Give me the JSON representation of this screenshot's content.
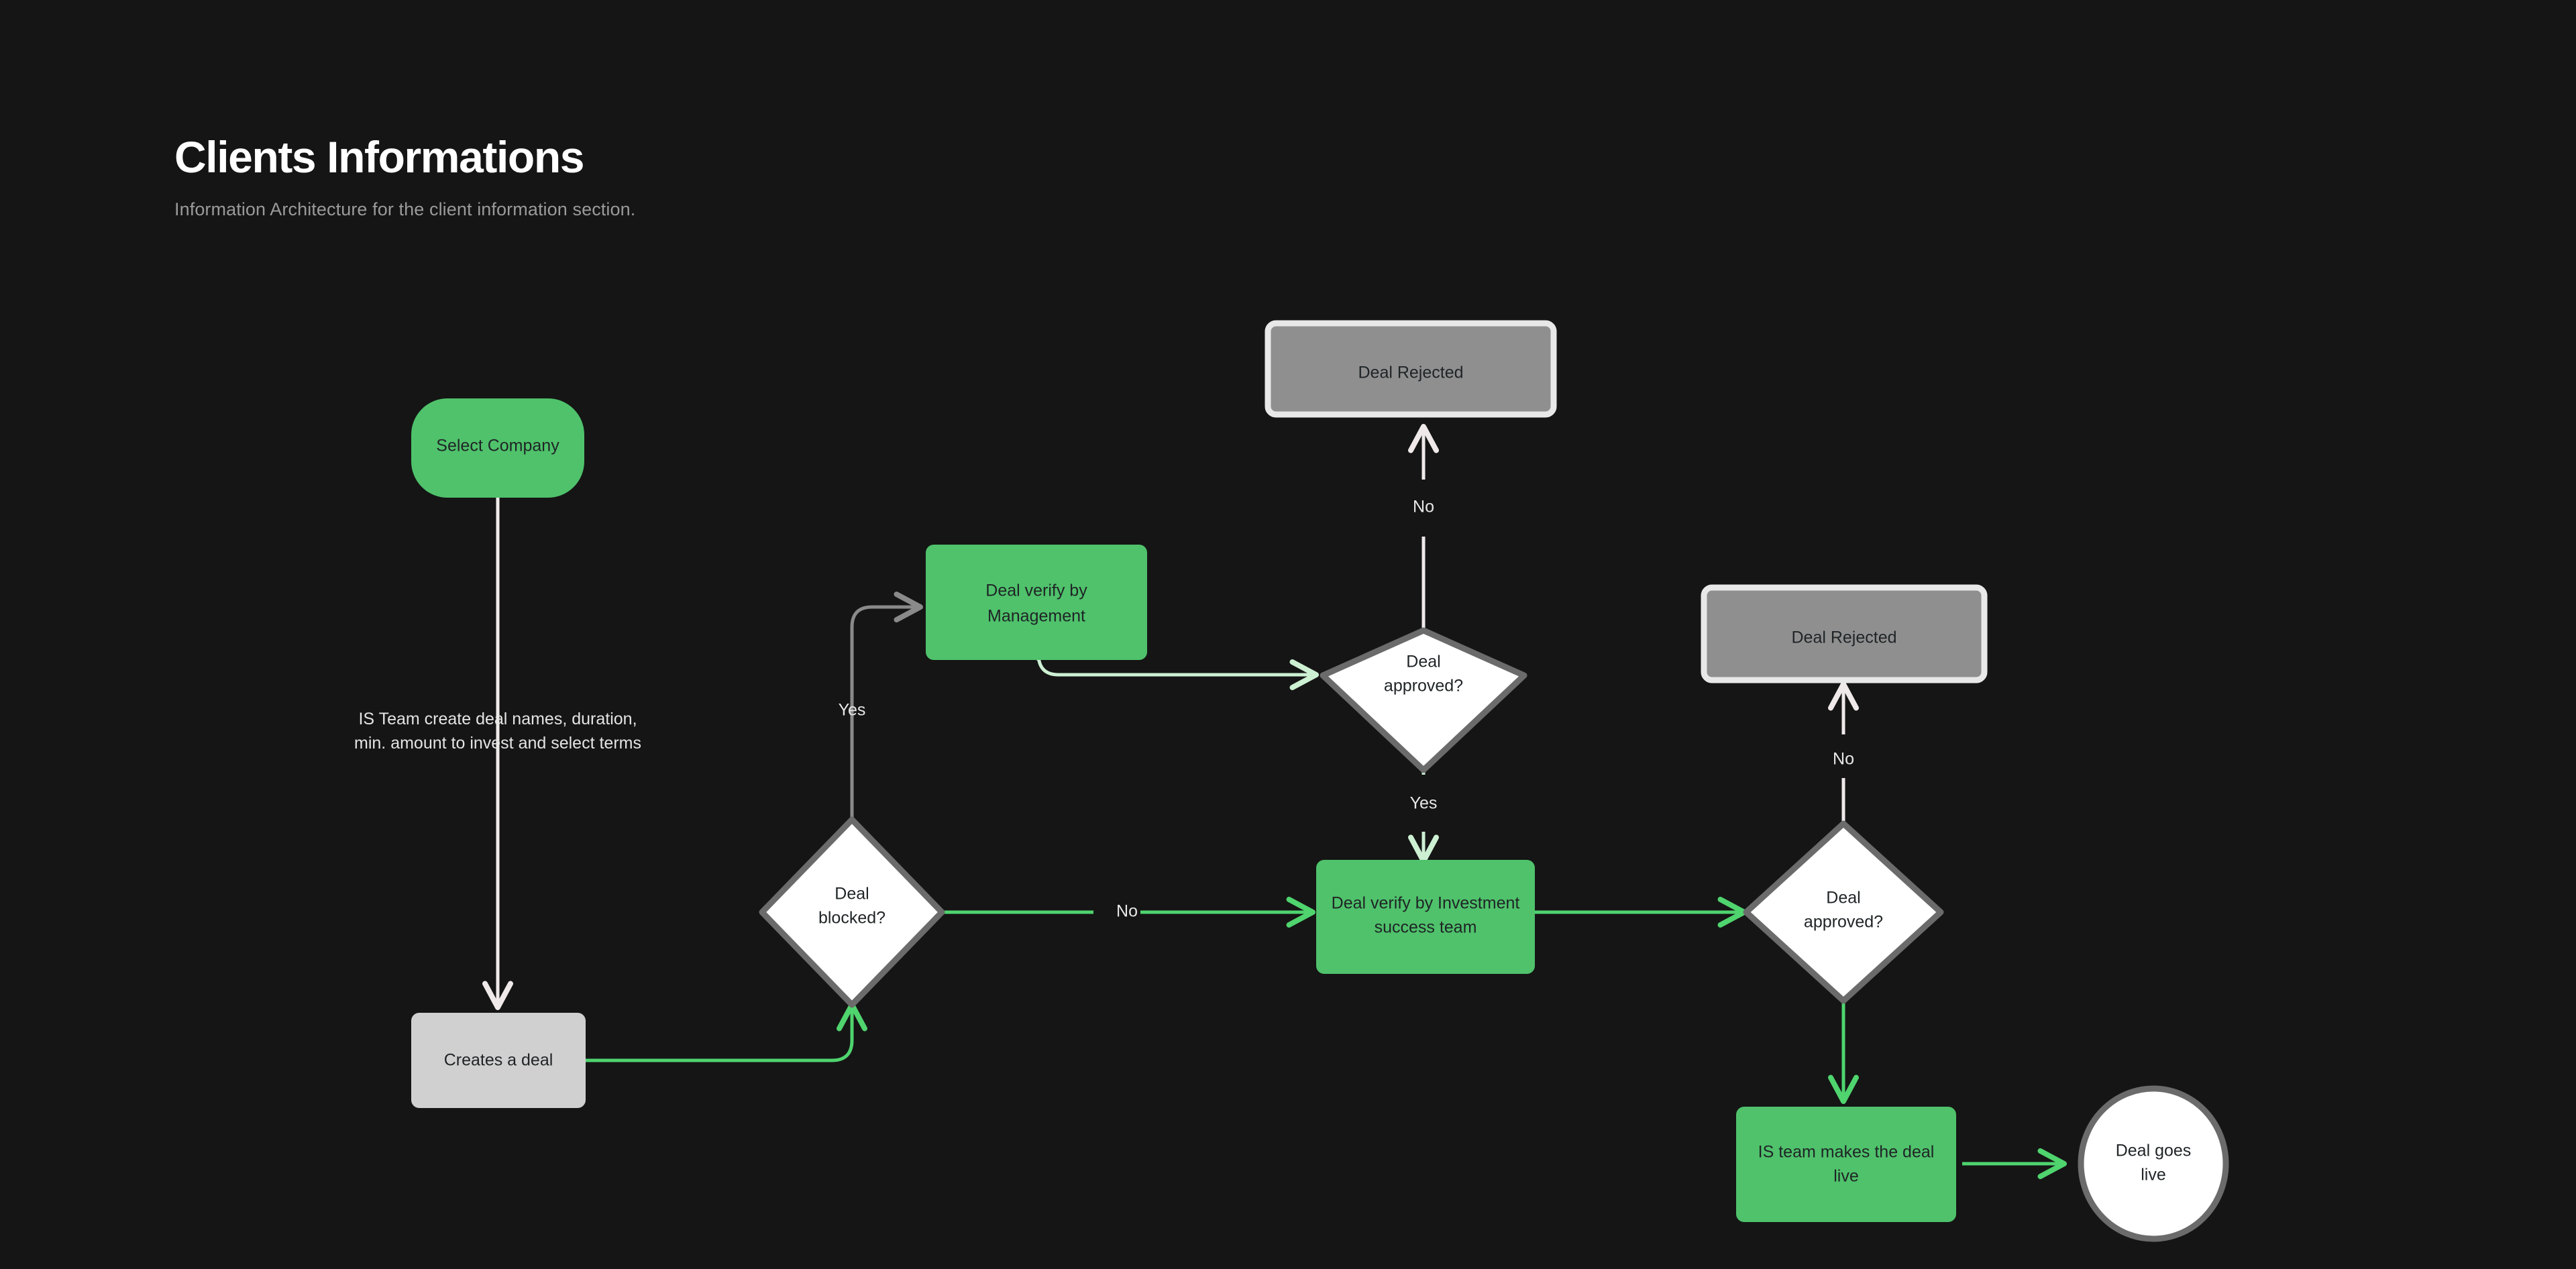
{
  "header": {
    "title": "Clients Informations",
    "subtitle": "Information Architecture for the client information section."
  },
  "colors": {
    "background": "#151515",
    "node_green": "#4fc26b",
    "node_gray_light": "#d0d0d0",
    "node_gray_mid": "#8f8f8f",
    "node_white": "#ffffff",
    "node_border_gray": "#6b6b6b",
    "node_border_light": "#e8e8e8",
    "edge_green": "#4fd46e",
    "edge_mint": "#cdf0d3",
    "edge_gray": "#8a8a8a",
    "edge_white": "#efe9e9",
    "text_dark": "#1f2426",
    "text_light": "#e8e8e8",
    "title_color": "#ffffff",
    "subtitle_color": "#9a9a9a"
  },
  "chart_data": {
    "type": "diagram",
    "title": "Clients Informations",
    "subtitle": "Information Architecture for the client information section.",
    "nodes": [
      {
        "id": "select-company",
        "label": "Select Company",
        "shape": "stadium",
        "fill": "green"
      },
      {
        "id": "creates-a-deal",
        "label": "Creates a deal",
        "shape": "rounded",
        "fill": "gray-light"
      },
      {
        "id": "deal-blocked",
        "label": "Deal blocked?",
        "shape": "diamond",
        "fill": "white"
      },
      {
        "id": "deal-verify-mgmt",
        "label": "Deal verify by Management",
        "shape": "rounded",
        "fill": "green"
      },
      {
        "id": "deal-approved-1",
        "label": "Deal approved?",
        "shape": "diamond",
        "fill": "white"
      },
      {
        "id": "deal-rejected-1",
        "label": "Deal Rejected",
        "shape": "rounded",
        "fill": "gray-mid"
      },
      {
        "id": "deal-verify-invest",
        "label": "Deal verify by Investment success team",
        "shape": "rounded",
        "fill": "green"
      },
      {
        "id": "deal-approved-2",
        "label": "Deal approved?",
        "shape": "diamond",
        "fill": "white"
      },
      {
        "id": "deal-rejected-2",
        "label": "Deal Rejected",
        "shape": "rounded",
        "fill": "gray-mid"
      },
      {
        "id": "is-team-live",
        "label": "IS team makes the deal live",
        "shape": "rounded",
        "fill": "green"
      },
      {
        "id": "deal-goes-live",
        "label": "Deal goes live",
        "shape": "circle",
        "fill": "white"
      }
    ],
    "edges": [
      {
        "from": "select-company",
        "to": "creates-a-deal",
        "label": "IS Team create deal names, duration, min. amount to invest and select terms",
        "color": "white"
      },
      {
        "from": "creates-a-deal",
        "to": "deal-blocked",
        "label": "",
        "color": "green"
      },
      {
        "from": "deal-blocked",
        "to": "deal-verify-mgmt",
        "label": "Yes",
        "color": "gray"
      },
      {
        "from": "deal-blocked",
        "to": "deal-verify-invest",
        "label": "No",
        "color": "green"
      },
      {
        "from": "deal-verify-mgmt",
        "to": "deal-approved-1",
        "label": "",
        "color": "mint"
      },
      {
        "from": "deal-approved-1",
        "to": "deal-rejected-1",
        "label": "No",
        "color": "white"
      },
      {
        "from": "deal-approved-1",
        "to": "deal-verify-invest",
        "label": "Yes",
        "color": "mint"
      },
      {
        "from": "deal-verify-invest",
        "to": "deal-approved-2",
        "label": "",
        "color": "green"
      },
      {
        "from": "deal-approved-2",
        "to": "deal-rejected-2",
        "label": "No",
        "color": "white"
      },
      {
        "from": "deal-approved-2",
        "to": "is-team-live",
        "label": "",
        "color": "green"
      },
      {
        "from": "is-team-live",
        "to": "deal-goes-live",
        "label": "",
        "color": "green"
      }
    ]
  },
  "nodes": {
    "select_company": {
      "label": "Select Company"
    },
    "creates_a_deal": {
      "label": "Creates a deal"
    },
    "deal_blocked": {
      "line1": "Deal",
      "line2": "blocked?"
    },
    "deal_verify_mgmt": {
      "line1": "Deal verify by",
      "line2": "Management"
    },
    "deal_approved_1": {
      "line1": "Deal",
      "line2": "approved?"
    },
    "deal_rejected_1": {
      "label": "Deal Rejected"
    },
    "deal_verify_invest": {
      "line1": "Deal verify by Investment",
      "line2": "success team"
    },
    "deal_approved_2": {
      "line1": "Deal",
      "line2": "approved?"
    },
    "deal_rejected_2": {
      "label": "Deal Rejected"
    },
    "is_team_live": {
      "line1": "IS team makes the deal",
      "line2": "live"
    },
    "deal_goes_live": {
      "line1": "Deal goes",
      "line2": "live"
    }
  },
  "edge_labels": {
    "is_team_create_1": "IS Team create deal names, duration,",
    "is_team_create_2": "min. amount to invest and select terms",
    "blocked_yes": "Yes",
    "blocked_no": "No",
    "approved1_no": "No",
    "approved1_yes": "Yes",
    "approved2_no": "No"
  }
}
